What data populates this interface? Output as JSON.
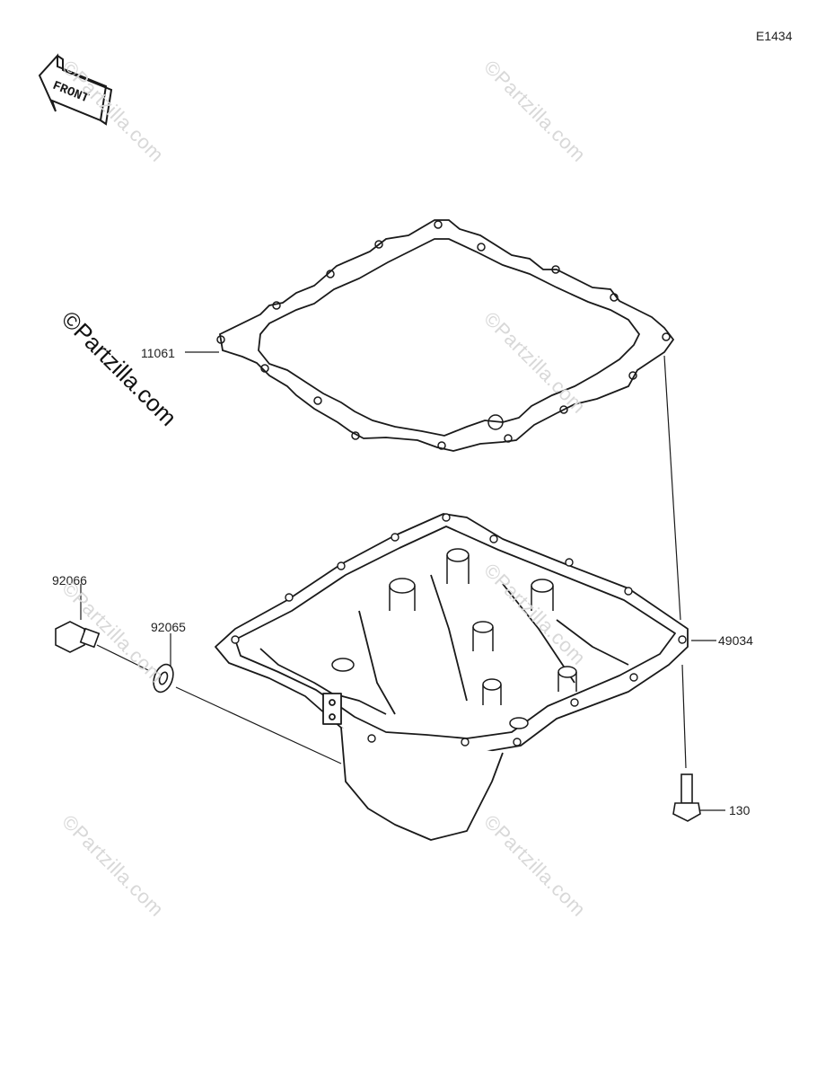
{
  "diagram_code": "E1434",
  "front_label": "FRONT",
  "watermark_text": "©Partzilla.com",
  "parts": {
    "gasket": "11061",
    "oil_pan": "49034",
    "drain_plug": "92066",
    "washer": "92065",
    "bolt": "130"
  },
  "colors": {
    "line": "#1a1a1a",
    "watermark": "#d8d8d8"
  }
}
